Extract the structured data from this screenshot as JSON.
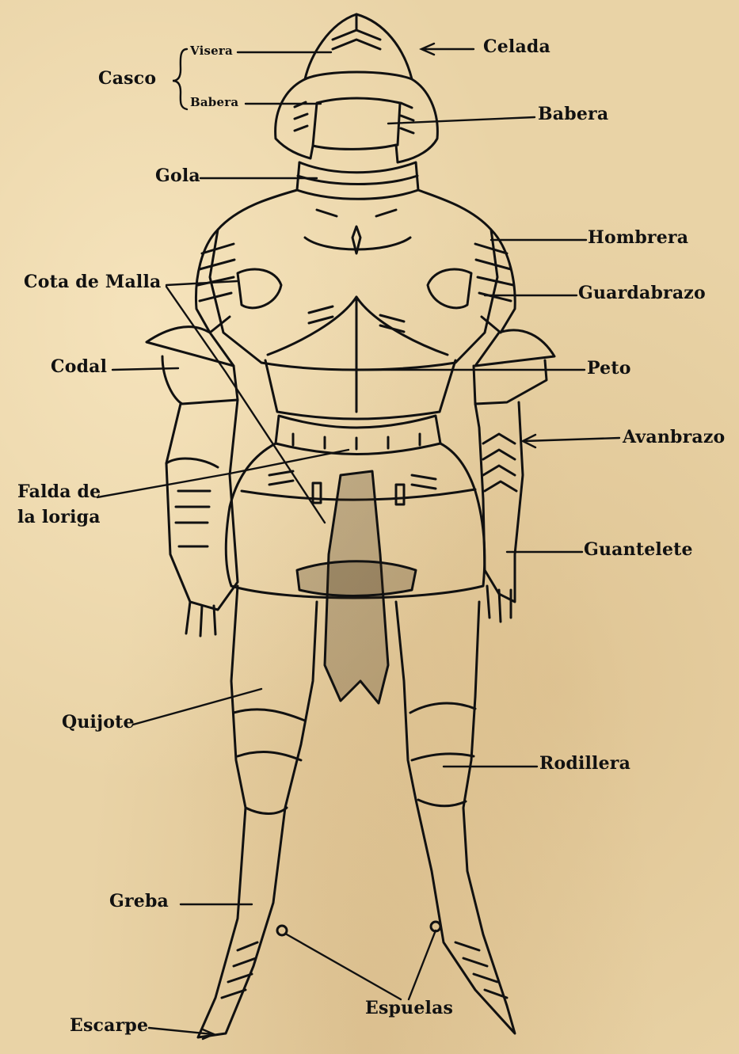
{
  "labels": {
    "casco": "Casco",
    "visera": "Visera",
    "babera_small": "Babera",
    "celada": "Celada",
    "babera": "Babera",
    "gola": "Gola",
    "hombrera": "Hombrera",
    "cota_de_malla": "Cota de Malla",
    "guardabrazo": "Guardabrazo",
    "codal": "Codal",
    "peto": "Peto",
    "avanbrazo": "Avanbrazo",
    "falda_line1": "Falda de",
    "falda_line2": "la loriga",
    "guantelete": "Guantelete",
    "quijote": "Quijote",
    "rodillera": "Rodillera",
    "greba": "Greba",
    "espuelas": "Espuelas",
    "escarpe": "Escarpe"
  },
  "colors": {
    "ink": "#111111",
    "paper": "#e9d3a6"
  }
}
